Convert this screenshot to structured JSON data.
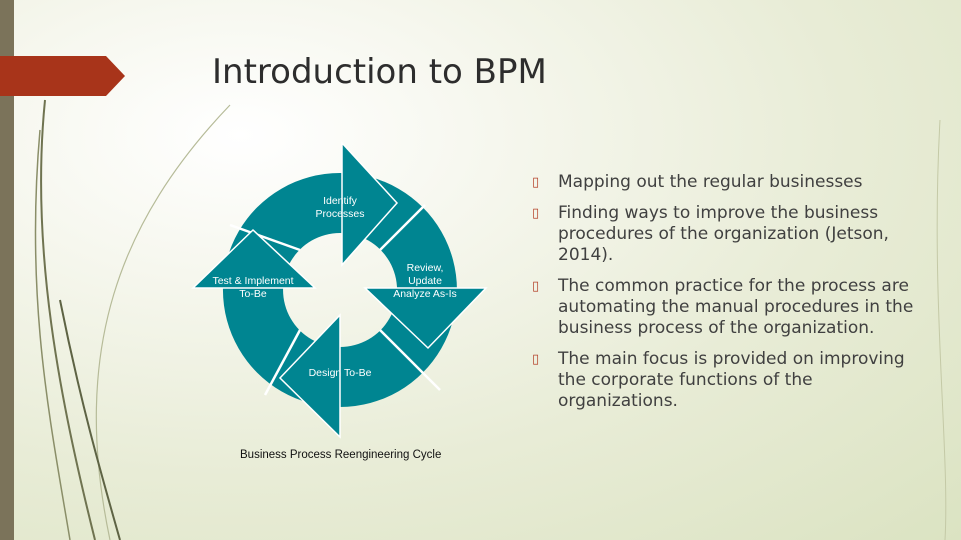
{
  "slide": {
    "title": "Introduction to BPM",
    "bullets": [
      "Mapping out the regular businesses",
      "Finding ways to improve the business procedures of the organization (Jetson, 2014).",
      "The common practice for the process are automating the manual procedures in the business process of the organization.",
      "The main focus is provided on improving the corporate functions of the organizations."
    ],
    "bullet_marker": "▯",
    "diagram": {
      "steps": [
        [
          "Identify",
          "Processes"
        ],
        [
          "Review,",
          "Update",
          "Analyze As-Is"
        ],
        [
          "Design To-Be"
        ],
        [
          "Test & Implement",
          "To-Be"
        ]
      ],
      "caption": "Business Process Reengineering Cycle"
    }
  },
  "colors": {
    "accent": "#a8341a",
    "diagram": "#008591",
    "bar": "#7b735a"
  }
}
